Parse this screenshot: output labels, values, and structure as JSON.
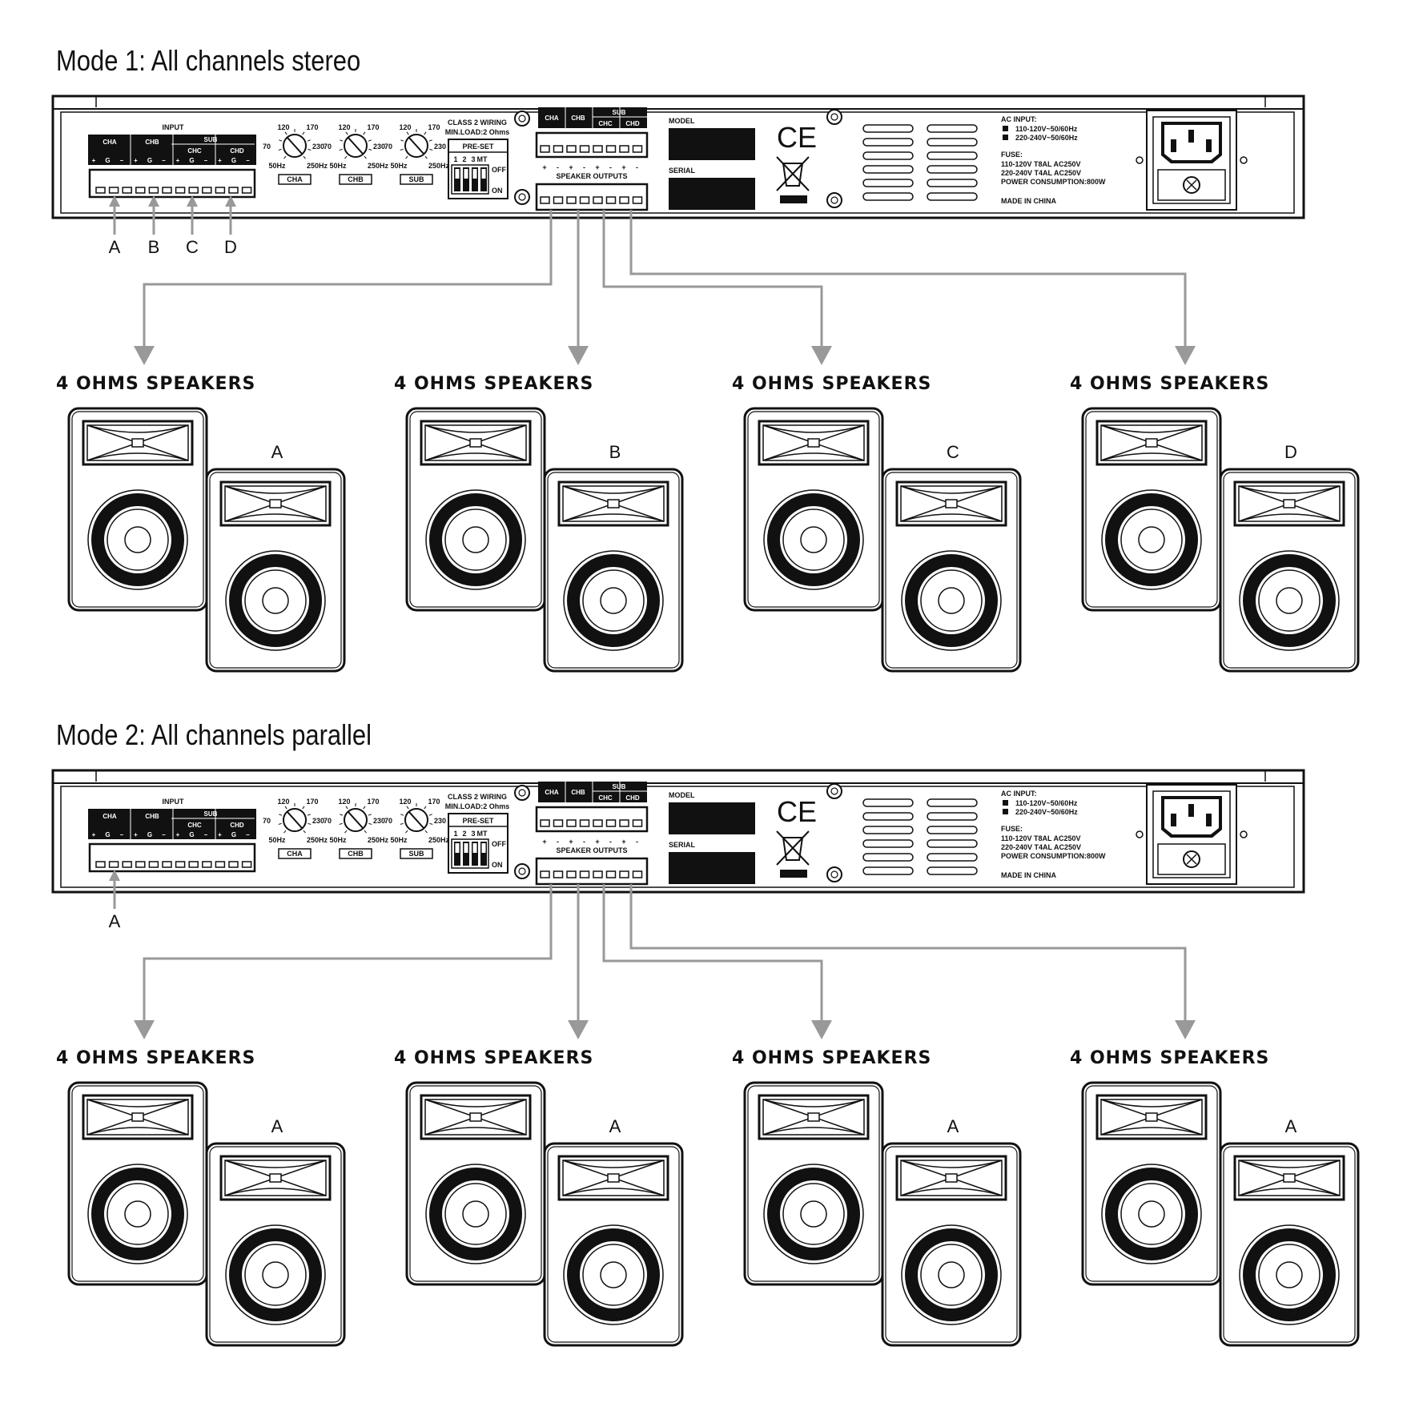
{
  "modes": [
    {
      "title": "Mode 1: All channels stereo",
      "input_labels": [
        "A",
        "B",
        "C",
        "D"
      ],
      "speaker_groups": [
        {
          "heading": "4 OHMS SPEAKERS",
          "label": "A"
        },
        {
          "heading": "4 OHMS SPEAKERS",
          "label": "B"
        },
        {
          "heading": "4 OHMS SPEAKERS",
          "label": "C"
        },
        {
          "heading": "4 OHMS SPEAKERS",
          "label": "D"
        }
      ]
    },
    {
      "title": "Mode 2: All channels parallel",
      "input_labels": [
        "A"
      ],
      "speaker_groups": [
        {
          "heading": "4 OHMS SPEAKERS",
          "label": "A"
        },
        {
          "heading": "4 OHMS SPEAKERS",
          "label": "A"
        },
        {
          "heading": "4 OHMS SPEAKERS",
          "label": "A"
        },
        {
          "heading": "4 OHMS SPEAKERS",
          "label": "A"
        }
      ]
    }
  ],
  "panel": {
    "input_title": "INPUT",
    "sub_label": "SUB",
    "channels": [
      "CHA",
      "CHB",
      "CHC",
      "CHD"
    ],
    "terminal_marks": [
      "+",
      "G",
      "–",
      "+",
      "G",
      "–",
      "+",
      "G",
      "–",
      "+",
      "G",
      "–"
    ],
    "knob_scale": [
      "120",
      "170",
      "70",
      "230",
      "50Hz",
      "250Hz"
    ],
    "knob_names": [
      "CHA",
      "CHB",
      "SUB"
    ],
    "class2_line1": "CLASS 2 WIRING",
    "class2_line2": "MIN.LOAD:2 Ohms",
    "preset_title": "PRE-SET",
    "preset_positions": [
      "1",
      "2",
      "3",
      "MT"
    ],
    "preset_off": "OFF",
    "preset_on": "ON",
    "output_marks": [
      "+",
      "-",
      "+",
      "-",
      "+",
      "-",
      "+",
      "-"
    ],
    "speaker_outputs": "SPEAKER OUTPUTS",
    "model": "MODEL",
    "serial": "SERIAL",
    "ce_mark": "CE",
    "ac_input": "AC INPUT:",
    "ac_line1": "110-120V~50/60Hz",
    "ac_line2": "220-240V~50/60Hz",
    "fuse": "FUSE:",
    "fuse_line1": "110-120V T8AL AC250V",
    "fuse_line2": "220-240V T4AL AC250V",
    "power": "POWER CONSUMPTION:800W",
    "made_in": "MADE IN CHINA"
  }
}
